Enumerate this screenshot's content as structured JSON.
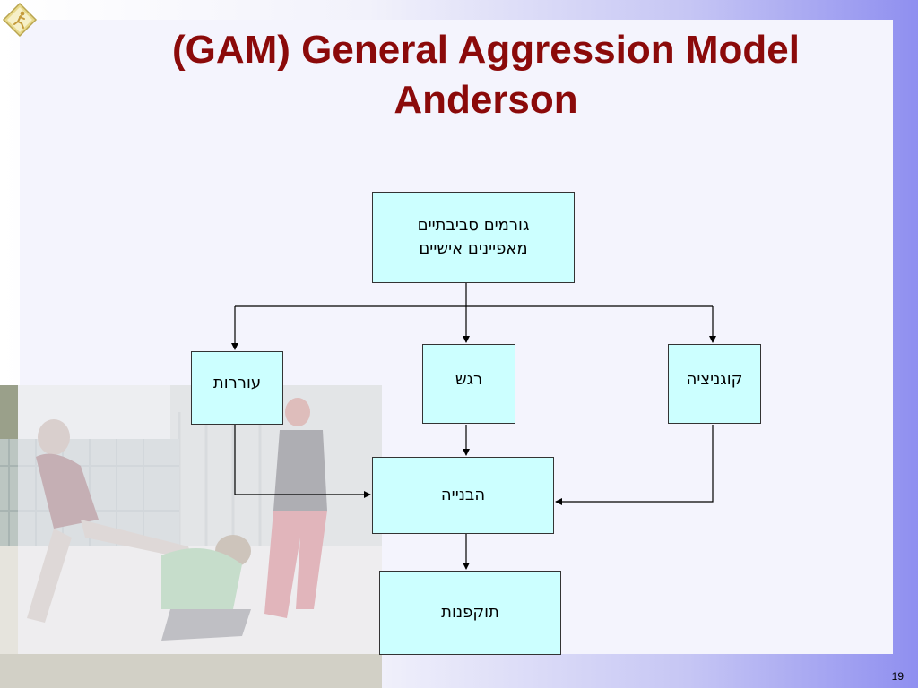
{
  "slide": {
    "title_line1": "(GAM) General Aggression Model",
    "title_line2": "Anderson",
    "page_number": "19"
  },
  "diagram": {
    "inputs_line1": "גורמים סביבתיים",
    "inputs_line2": "מאפיינים אישיים",
    "arousal": "עוררות",
    "affect": "רגש",
    "cognition": "קוגניציה",
    "appraisal": "הבנייה",
    "aggression": "תוקפנות"
  },
  "colors": {
    "title": "#8b0a0a",
    "box_fill": "#ccffff",
    "box_border": "#333333"
  },
  "icons": {
    "logo": "running-figure-sign-icon"
  }
}
